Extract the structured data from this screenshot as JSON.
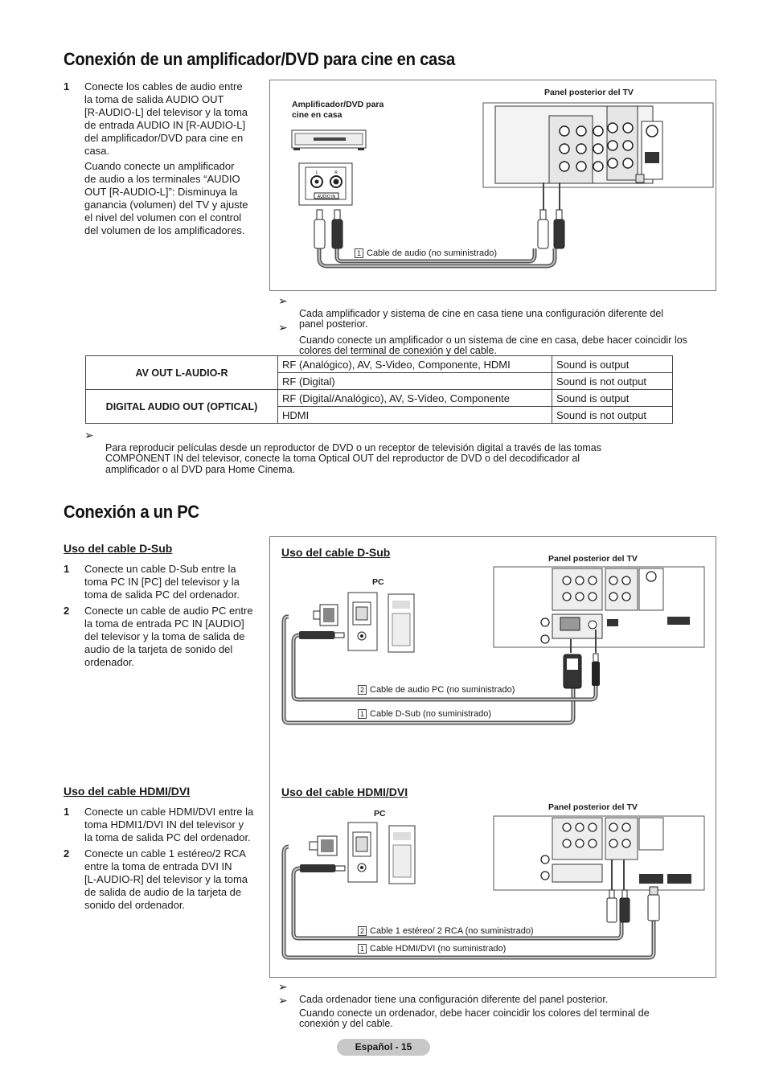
{
  "sections": {
    "amp_title": "Conexión de un amplificador/DVD para cine en casa",
    "pc_title": "Conexión a un PC"
  },
  "amp": {
    "steps": [
      {
        "num": "1",
        "text": "Conecte los cables de audio entre\nla toma de salida AUDIO OUT\n[R-AUDIO-L] del televisor y la toma\nde entrada AUDIO IN [R-AUDIO-L]\ndel amplificador/DVD para cine en\ncasa."
      }
    ],
    "step_extra": "Cuando conecte un amplificador\nde audio a los terminales “AUDIO\nOUT [R-AUDIO-L]”: Disminuya la\nganancia (volumen) del TV y ajuste\nel nivel del volumen con el control\ndel volumen de los amplificadores.",
    "diagram": {
      "tv_label": "Panel posterior del TV",
      "device_label": "Amplificador/DVD para\ncine en casa",
      "audio_in_label": "AUDIO IN",
      "cable_num": "1",
      "cable_text": "Cable de audio (no suministrado)"
    },
    "notes": [
      "Cada amplificador y sistema de cine en casa tiene una configuración diferente del\npanel posterior.",
      "Cuando conecte un amplificador o un sistema de cine en casa, debe hacer coincidir los\ncolores del terminal de conexión y del cable."
    ],
    "table": {
      "rows": [
        {
          "head": "AV OUT L-AUDIO-R",
          "source": "RF (Analógico), AV, S-Video, Componente, HDMI",
          "status": "Sound is output"
        },
        {
          "source": "RF (Digital)",
          "status": "Sound is not output"
        },
        {
          "head": "DIGITAL AUDIO OUT (OPTICAL)",
          "source": "RF (Digital/Analógico), AV, S-Video, Componente",
          "status": "Sound is output"
        },
        {
          "source": "HDMI",
          "status": "Sound is not output"
        }
      ]
    },
    "table_note": "Para reproducir películas desde un reproductor de DVD o un receptor de televisión digital a través de las tomas\nCOMPONENT IN del televisor, conecte la toma Optical OUT del reproductor de DVD o del decodificador al\namplificador o al DVD para Home Cinema."
  },
  "pc": {
    "dsub": {
      "heading": "Uso del cable D-Sub",
      "steps": [
        {
          "num": "1",
          "text": "Conecte un cable D-Sub entre la\ntoma PC IN [PC] del televisor y la\ntoma de salida PC del ordenador."
        },
        {
          "num": "2",
          "text": "Conecte un cable de audio PC entre\nla toma de entrada PC IN [AUDIO]\ndel televisor y la toma de salida de\naudio de la tarjeta de sonido del\nordenador."
        }
      ],
      "diagram_heading": "Uso del cable D-Sub",
      "pc_label": "PC",
      "tv_label": "Panel posterior del TV",
      "cable2_num": "2",
      "cable2_text": "Cable de audio PC (no suministrado)",
      "cable1_num": "1",
      "cable1_text": "Cable D-Sub (no suministrado)"
    },
    "hdmi": {
      "heading": "Uso del cable HDMI/DVI",
      "steps": [
        {
          "num": "1",
          "text": "Conecte un cable HDMI/DVI entre la\ntoma HDMI1/DVI IN del televisor y\nla toma de salida PC del ordenador."
        },
        {
          "num": "2",
          "text": "Conecte un cable 1 estéreo/2 RCA\nentre la toma de entrada DVI IN\n[L-AUDIO-R] del televisor y la toma\nde salida de audio de la tarjeta de\nsonido del ordenador."
        }
      ],
      "diagram_heading": "Uso del cable HDMI/DVI",
      "pc_label": "PC",
      "tv_label": "Panel posterior del TV",
      "cable2_num": "2",
      "cable2_text": "Cable 1 estéreo/ 2 RCA (no suministrado)",
      "cable1_num": "1",
      "cable1_text": "Cable HDMI/DVI (no suministrado)"
    },
    "notes": [
      "Cada ordenador tiene una configuración diferente del panel posterior.",
      "Cuando conecte un ordenador, debe hacer coincidir los colores del terminal de\nconexión y del cable."
    ]
  },
  "footer": {
    "page": "Español - 15"
  },
  "icons": {
    "note_arrow": "arrow-icon",
    "note_glyph": "➢"
  }
}
